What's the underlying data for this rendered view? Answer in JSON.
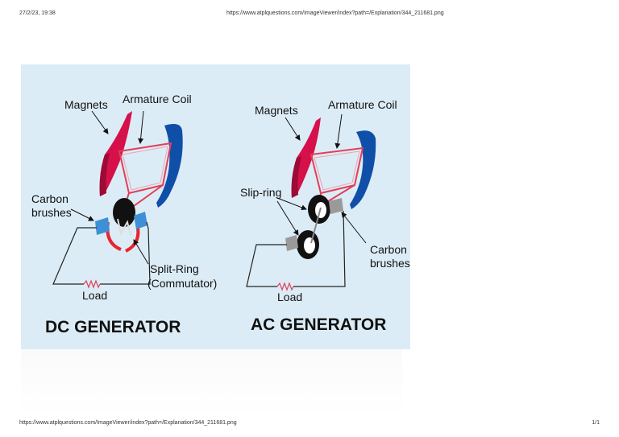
{
  "header": {
    "datetime": "27/2/23, 19:38",
    "url": "https://www.atplquestions.com/ImageViewer/index?path=/Explanation/344_211681.png"
  },
  "footer": {
    "url": "https://www.atplquestions.com/ImageViewer/index?path=/Explanation/344_211681.png",
    "page": "1/1"
  },
  "dc": {
    "magnets": "Magnets",
    "armature": "Armature Coil",
    "carbon_1": "Carbon",
    "carbon_2": "brushes",
    "split_1": "Split-Ring",
    "split_2": "(Commutator)",
    "load": "Load",
    "title": "DC GENERATOR"
  },
  "ac": {
    "magnets": "Magnets",
    "armature": "Armature Coil",
    "slip": "Slip-ring",
    "carbon_1": "Carbon",
    "carbon_2": "brushes",
    "load": "Load",
    "title": "AC GENERATOR"
  },
  "colors": {
    "magnet_red": "#d6104a",
    "magnet_blue": "#0f4fa8",
    "brush_blue": "#3e8fd6",
    "wire_red": "#e0405a",
    "background": "#dcecf6"
  }
}
